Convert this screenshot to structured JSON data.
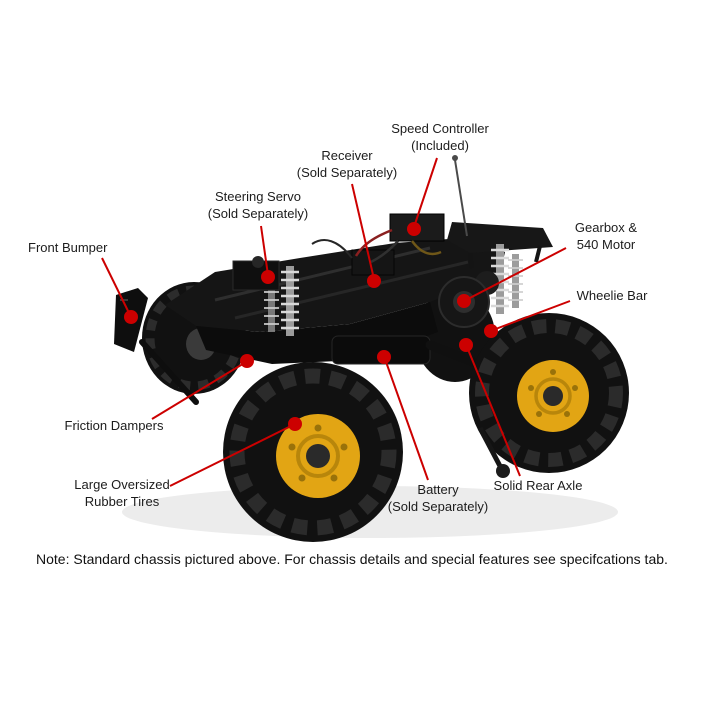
{
  "note": "Note: Standard chassis pictured above. For chassis details and special features see specifcations tab.",
  "colors": {
    "accent": "#cc0000",
    "tire": "#111111",
    "rim": "#e2a514",
    "body": "#151515",
    "shadow": "#ececec"
  },
  "callouts": [
    {
      "id": "speed-controller",
      "label": "Speed Controller",
      "sub": "(Included)"
    },
    {
      "id": "receiver",
      "label": "Receiver",
      "sub": "(Sold Separately)"
    },
    {
      "id": "steering-servo",
      "label": "Steering Servo",
      "sub": "(Sold Separately)"
    },
    {
      "id": "front-bumper",
      "label": "Front Bumper"
    },
    {
      "id": "gearbox-540-motor",
      "label": "Gearbox &",
      "sub": "540 Motor"
    },
    {
      "id": "wheelie-bar",
      "label": "Wheelie Bar"
    },
    {
      "id": "friction-dampers",
      "label": "Friction Dampers"
    },
    {
      "id": "large-oversized-rubber-tires",
      "label": "Large Oversized",
      "sub": "Rubber Tires"
    },
    {
      "id": "battery",
      "label": "Battery",
      "sub": "(Sold Separately)"
    },
    {
      "id": "solid-rear-axle",
      "label": "Solid Rear Axle"
    }
  ]
}
